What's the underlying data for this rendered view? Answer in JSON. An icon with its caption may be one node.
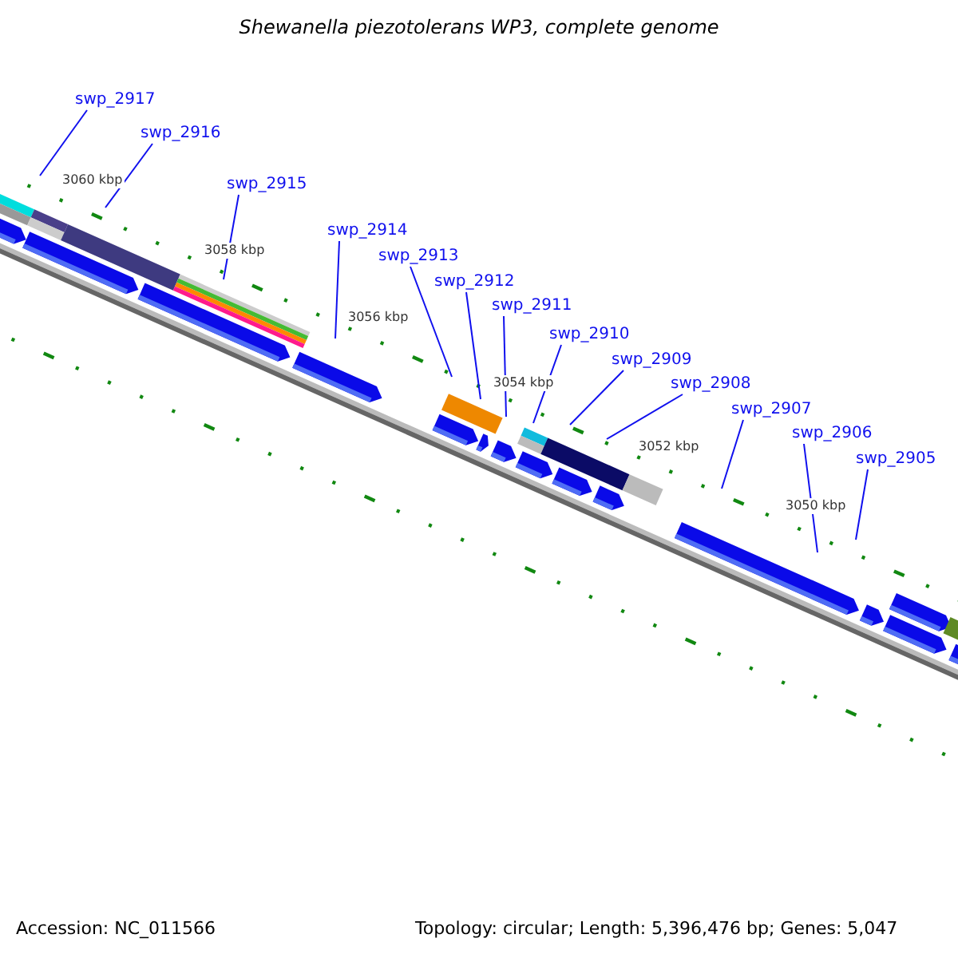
{
  "diagram": {
    "title": "Shewanella piezotolerans WP3, complete genome",
    "nodes": [
      {
        "text": [
          "swp_2917"
        ]
      },
      {
        "text": [
          "swp_2916"
        ]
      },
      {
        "text": [
          "swp_2915"
        ]
      },
      {
        "text": [
          "swp_2914"
        ]
      },
      {
        "text": [
          "swp_2913"
        ]
      },
      {
        "text": [
          "swp_2912"
        ]
      },
      {
        "text": [
          "swp_2911"
        ]
      },
      {
        "text": [
          "swp_2910"
        ]
      },
      {
        "text": [
          "swp_2909"
        ]
      },
      {
        "text": [
          "swp_2908"
        ]
      },
      {
        "text": [
          "swp_2907"
        ]
      },
      {
        "text": [
          "swp_2906"
        ]
      },
      {
        "text": [
          "swp_2905"
        ]
      }
    ],
    "edges": [
      {
        "from": 0,
        "to": null,
        "arrow": "none"
      },
      {
        "from": 1,
        "to": null,
        "arrow": "none"
      },
      {
        "from": 2,
        "to": null,
        "arrow": "none"
      },
      {
        "from": 3,
        "to": null,
        "arrow": "none"
      },
      {
        "from": 4,
        "to": null,
        "arrow": "none"
      },
      {
        "from": 5,
        "to": null,
        "arrow": "none"
      },
      {
        "from": 6,
        "to": null,
        "arrow": "none"
      },
      {
        "from": 7,
        "to": null,
        "arrow": "none"
      },
      {
        "from": 8,
        "to": null,
        "arrow": "none"
      },
      {
        "from": 9,
        "to": null,
        "arrow": "none"
      },
      {
        "from": 10,
        "to": null,
        "arrow": "none"
      },
      {
        "from": 11,
        "to": null,
        "arrow": "none"
      },
      {
        "from": 12,
        "to": null,
        "arrow": "none"
      }
    ],
    "labels": [
      "3060 kbp",
      "3058 kbp",
      "3056 kbp",
      "3054 kbp",
      "3052 kbp",
      "3050 kbp",
      "Accession: NC_011566",
      "Topology: circular; Length: 5,396,476 bp; Genes: 5,047"
    ]
  }
}
